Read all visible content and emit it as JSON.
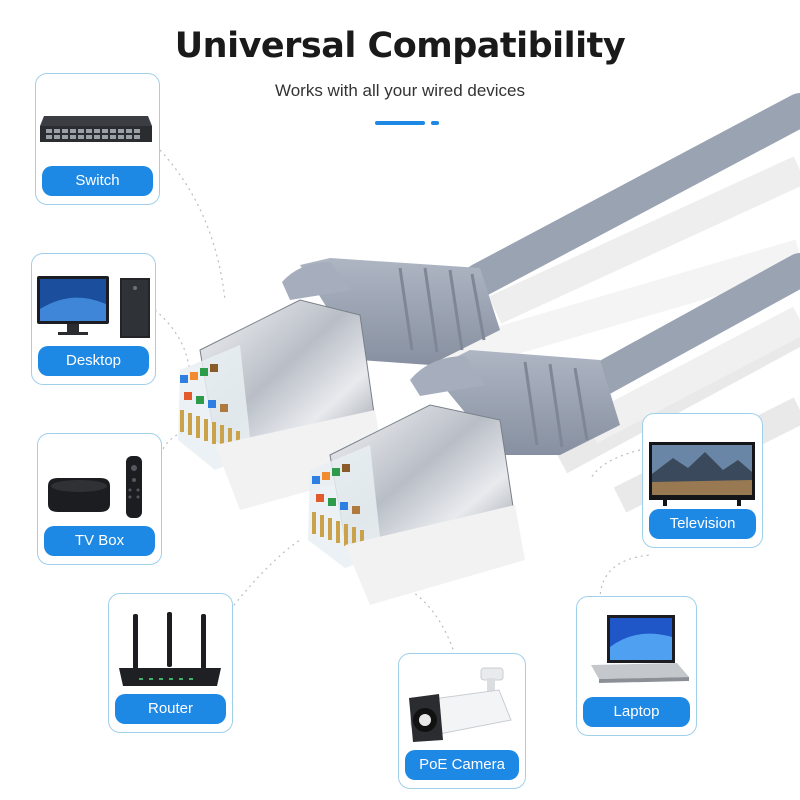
{
  "header": {
    "title": "Universal Compatibility",
    "subtitle": "Works with all your wired devices"
  },
  "colors": {
    "accent": "#1e88e5",
    "card_border": "#9fd0ea",
    "cable_grey": "#9aa3b2",
    "cable_white": "#f2f2f2"
  },
  "devices": [
    {
      "label": "Switch",
      "icon": "network-switch-icon"
    },
    {
      "label": "Desktop",
      "icon": "desktop-computer-icon"
    },
    {
      "label": "TV Box",
      "icon": "tv-box-icon"
    },
    {
      "label": "Router",
      "icon": "router-icon"
    },
    {
      "label": "PoE Camera",
      "icon": "security-camera-icon"
    },
    {
      "label": "Laptop",
      "icon": "laptop-icon"
    },
    {
      "label": "Television",
      "icon": "television-icon"
    }
  ]
}
